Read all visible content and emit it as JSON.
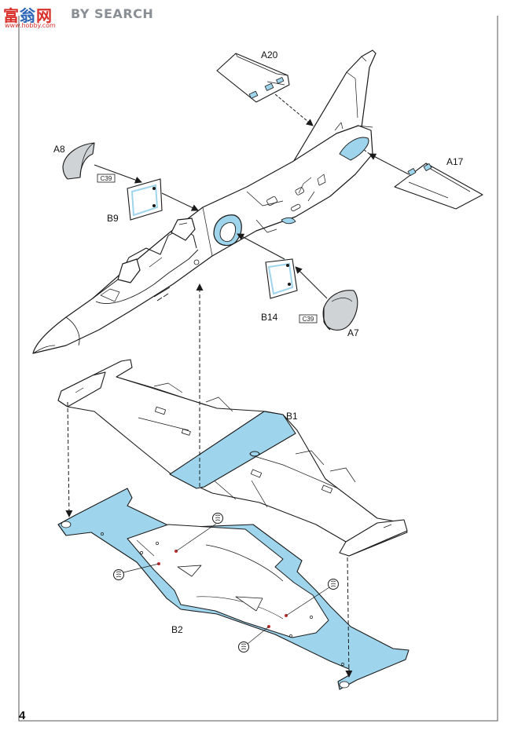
{
  "watermark": {
    "logo_left": "富",
    "logo_mid": "翁",
    "logo_right": "网",
    "search": "BY SEARCH",
    "url": "www.hobby.com"
  },
  "page_number": "4",
  "parts": {
    "a20": "A20",
    "a8": "A8",
    "a17": "A17",
    "b9": "B9",
    "b14": "B14",
    "a7": "A7",
    "b1": "B1",
    "b2": "B2"
  },
  "references": {
    "c39_left": "C39",
    "c39_right": "C39"
  },
  "colors": {
    "highlight_blue": "#9fd5ec",
    "line": "#1a1a1a",
    "frame": "#555555"
  },
  "icons": [
    "glue-icon",
    "glue-icon",
    "glue-icon",
    "glue-icon"
  ]
}
